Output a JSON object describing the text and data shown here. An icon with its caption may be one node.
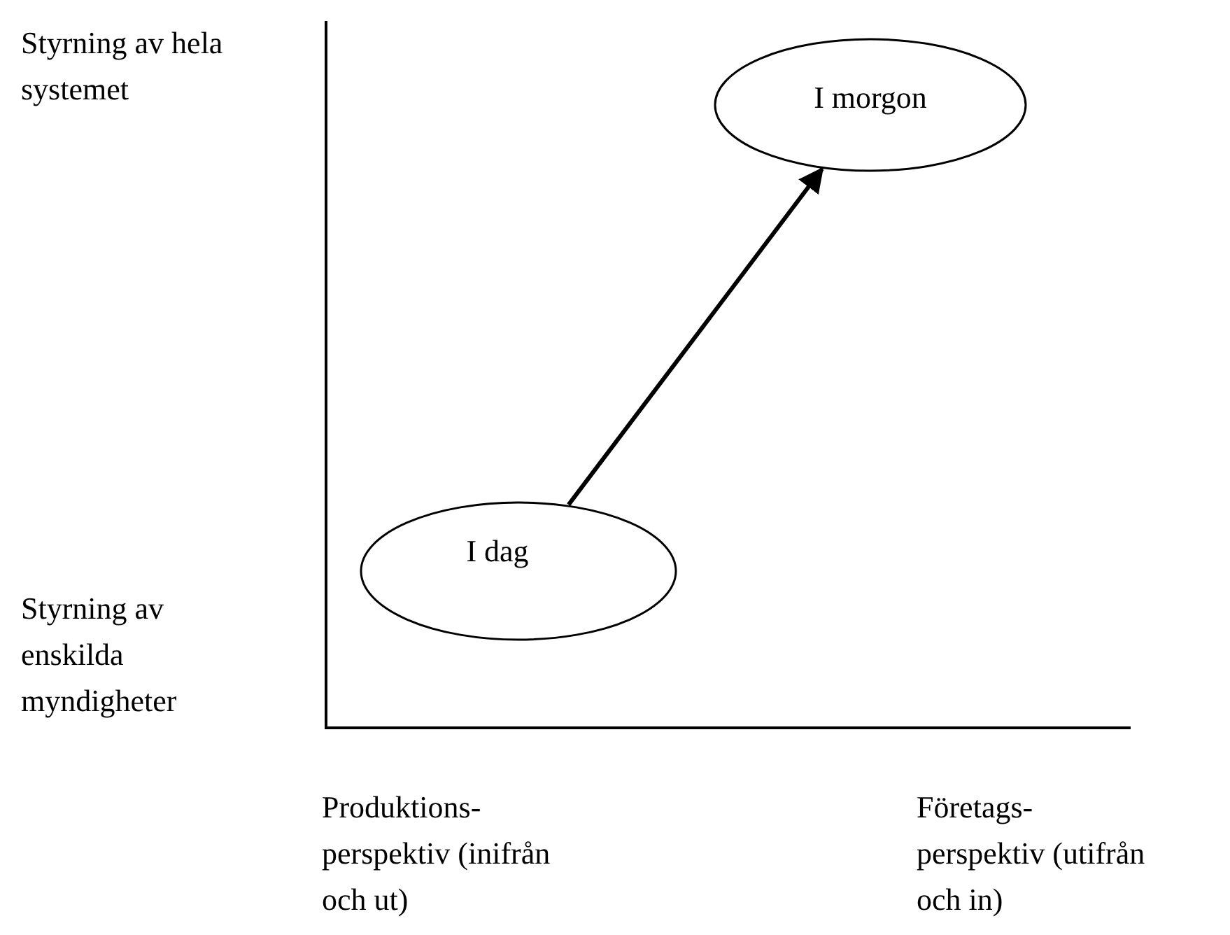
{
  "diagram": {
    "nodes": [
      {
        "text": [
          "I dag"
        ]
      },
      {
        "text": [
          "I morgon"
        ]
      }
    ],
    "edges": [
      {
        "from": 0,
        "to": 1,
        "arrow": "to"
      }
    ],
    "labels": [
      "Styrning av hela systemet",
      "Styrning av enskilda myndigheter",
      "Produktions- perspektiv (inifrån och ut)",
      "Företags- perspektiv (utifrån och in)"
    ]
  }
}
